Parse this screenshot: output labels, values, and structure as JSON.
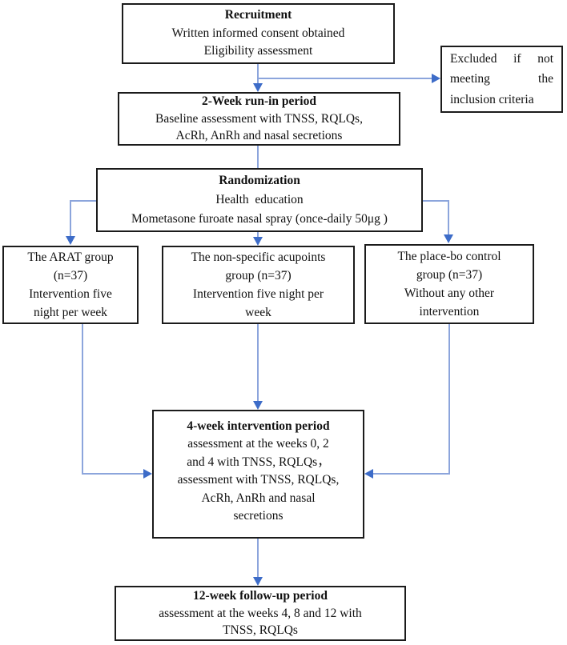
{
  "flow": {
    "recruitment": {
      "title": "Recruitment",
      "lines": [
        "Written informed consent obtained",
        "Eligibility assessment"
      ]
    },
    "excluded": {
      "lines": [
        "Excluded if not",
        "meeting the",
        "inclusion criteria"
      ]
    },
    "run_in": {
      "title": "2-Week run-in period",
      "lines": [
        "Baseline assessment with TNSS, RQLQs,",
        "AcRh, AnRh and nasal secretions"
      ]
    },
    "randomization": {
      "title": "Randomization",
      "lines": [
        "Health  education",
        "Mometasone furoate nasal spray (once-daily 50μg )"
      ]
    },
    "arat_group": {
      "lines": [
        "The ARAT group",
        "(n=37)",
        "Intervention five",
        "night per week"
      ]
    },
    "nonspecific_group": {
      "lines": [
        "The non-specific acupoints",
        "group (n=37)",
        "Intervention five night per",
        "week"
      ]
    },
    "placebo_group": {
      "lines": [
        "The place-bo control",
        "group (n=37)",
        "Without any other",
        "intervention"
      ]
    },
    "intervention_period": {
      "title": "4-week intervention period",
      "lines": [
        "assessment at the weeks 0, 2",
        "and 4 with TNSS, RQLQs，",
        "assessment with TNSS, RQLQs,",
        "AcRh, AnRh and nasal",
        "secretions"
      ]
    },
    "follow_up": {
      "title": "12-week follow-up period",
      "lines": [
        "assessment at the weeks 4, 8 and 12 with",
        "TNSS, RQLQs"
      ]
    }
  },
  "colors": {
    "arrow_line": "#8ca5dc",
    "arrow_head": "#3d6cc8",
    "box_border": "#1b1b1b",
    "text": "#111111",
    "background": "#ffffff"
  }
}
